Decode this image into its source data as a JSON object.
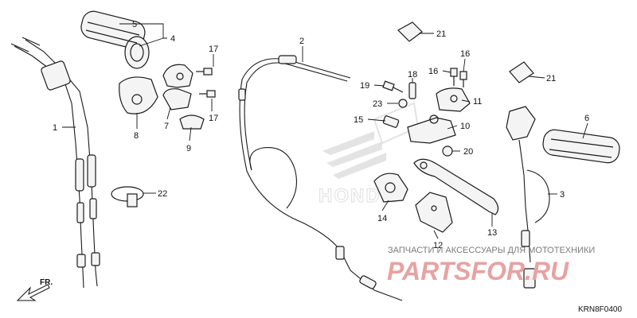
{
  "diagram": {
    "drawing_code": "KRN8F0400",
    "direction_label": "FR.",
    "watermark": {
      "tagline": "ЗАПЧАСТИ И АКСЕССУАРЫ ДЛЯ МОТОТЕХНИКИ",
      "logo": "PARTSFOR.RU",
      "brand_logo": "HONDA",
      "logo_color": "#e8a2a2"
    },
    "callouts": [
      {
        "id": "c1",
        "label": "1"
      },
      {
        "id": "c2",
        "label": "2"
      },
      {
        "id": "c3",
        "label": "3"
      },
      {
        "id": "c4",
        "label": "4"
      },
      {
        "id": "c5",
        "label": "5"
      },
      {
        "id": "c6",
        "label": "6"
      },
      {
        "id": "c7",
        "label": "7"
      },
      {
        "id": "c8",
        "label": "8"
      },
      {
        "id": "c9",
        "label": "9"
      },
      {
        "id": "c10",
        "label": "10"
      },
      {
        "id": "c11",
        "label": "11"
      },
      {
        "id": "c12",
        "label": "12"
      },
      {
        "id": "c13",
        "label": "13"
      },
      {
        "id": "c14",
        "label": "14"
      },
      {
        "id": "c15",
        "label": "15"
      },
      {
        "id": "c16a",
        "label": "16"
      },
      {
        "id": "c16b",
        "label": "16"
      },
      {
        "id": "c17a",
        "label": "17"
      },
      {
        "id": "c17b",
        "label": "17"
      },
      {
        "id": "c18",
        "label": "18"
      },
      {
        "id": "c19",
        "label": "19"
      },
      {
        "id": "c20",
        "label": "20"
      },
      {
        "id": "c21a",
        "label": "21"
      },
      {
        "id": "c21b",
        "label": "21"
      },
      {
        "id": "c22",
        "label": "22"
      },
      {
        "id": "c23",
        "label": "23"
      }
    ]
  }
}
